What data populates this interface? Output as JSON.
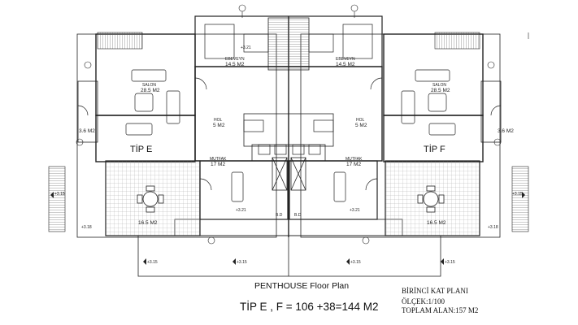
{
  "drawing": {
    "title": "PENTHOUSE Floor Plan",
    "area_formula": "TİP E , F  = 106 +38=144 M2",
    "sheet_title": "BİRİNCİ KAT PLANI",
    "scale": "ÖLÇEK:1/100",
    "total_area": "TOPLAM ALAN:157 M2"
  },
  "units": {
    "left": "TİP E",
    "right": "TİP F"
  },
  "rooms": {
    "salon_left": "SALON",
    "salon_left_area": "28.5 M2",
    "salon_right": "SALON",
    "salon_right_area": "28.5 M2",
    "balcony_area": "3.6 M2",
    "hall_left": "HOL",
    "hall_left_area": "5 M2",
    "hall_right": "HOL",
    "hall_right_area": "5 M2",
    "kitchen_left": "MUTFAK",
    "kitchen_left_area": "17 M2",
    "kitchen_right": "MUTFAK",
    "kitchen_right_area": "17 M2",
    "ebeveyn_left": "EBEVEYN",
    "ebeveyn_left_area": "14.5 M2",
    "ebeveyn_right": "EBEVEYN",
    "ebeveyn_right_area": "14.5 M2",
    "terrace_left_area": "16.5 M2",
    "terrace_right_area": "16.5 M2",
    "bd": "B.D"
  },
  "levels": {
    "l315": "+3.15",
    "l321": "+3.21",
    "l318": "+3.18"
  }
}
